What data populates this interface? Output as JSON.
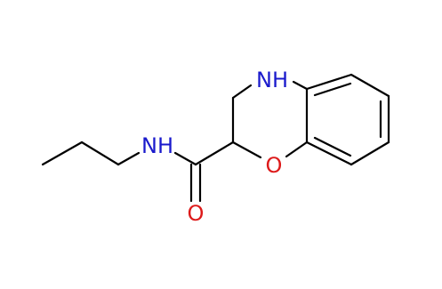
{
  "molecule": {
    "atoms": {
      "nh_ring": "NH",
      "o_ring": "O",
      "nh_amide": "NH",
      "o_carbonyl": "O"
    }
  },
  "colors": {
    "bond": "#000000",
    "nitrogen": "#1a1acc",
    "oxygen": "#dd1a1a",
    "background": "#ffffff"
  }
}
